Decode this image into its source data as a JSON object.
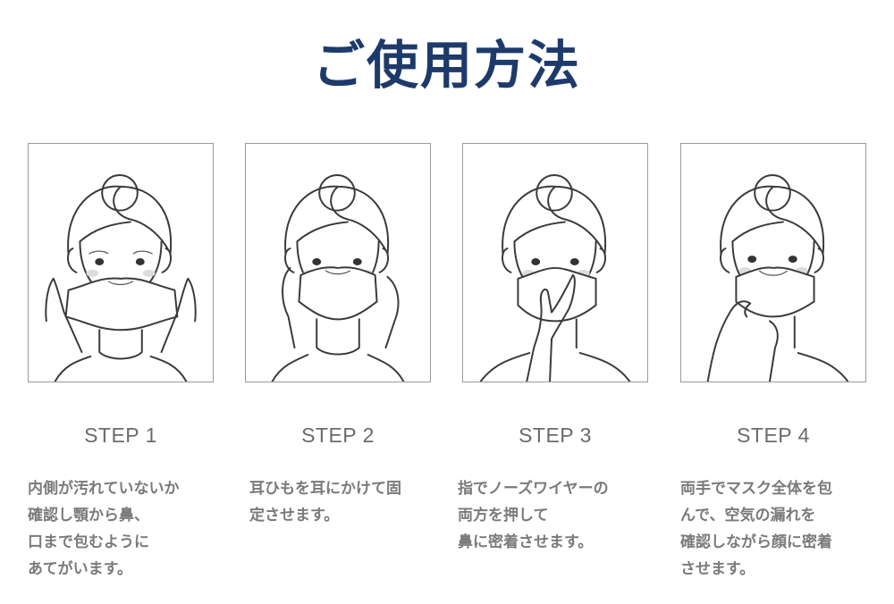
{
  "page": {
    "title": "ご使用方法"
  },
  "steps": [
    {
      "label": "STEP 1",
      "illustration": "woman-holding-mask-with-both-hands",
      "description": "内側が汚れていないか\n確認し顎から鼻、\n口まで包むように\nあてがいます。"
    },
    {
      "label": "STEP 2",
      "illustration": "woman-hooking-ear-loops",
      "description": "耳ひもを耳にかけて固\n定させます。"
    },
    {
      "label": "STEP 3",
      "illustration": "woman-pressing-nose-wire",
      "description": "指でノーズワイヤーの\n両方を押して\n鼻に密着させます。"
    },
    {
      "label": "STEP 4",
      "illustration": "woman-adjusting-mask-fit",
      "description": "両手でマスク全体を包\nんで、空気の漏れを\n確認しながら顔に密着\nさせます。"
    }
  ],
  "colors": {
    "title": "#1d3a6b",
    "step_label": "#6b6b6b",
    "description": "#7a7a7a",
    "panel_border": "#9a9a9a"
  }
}
